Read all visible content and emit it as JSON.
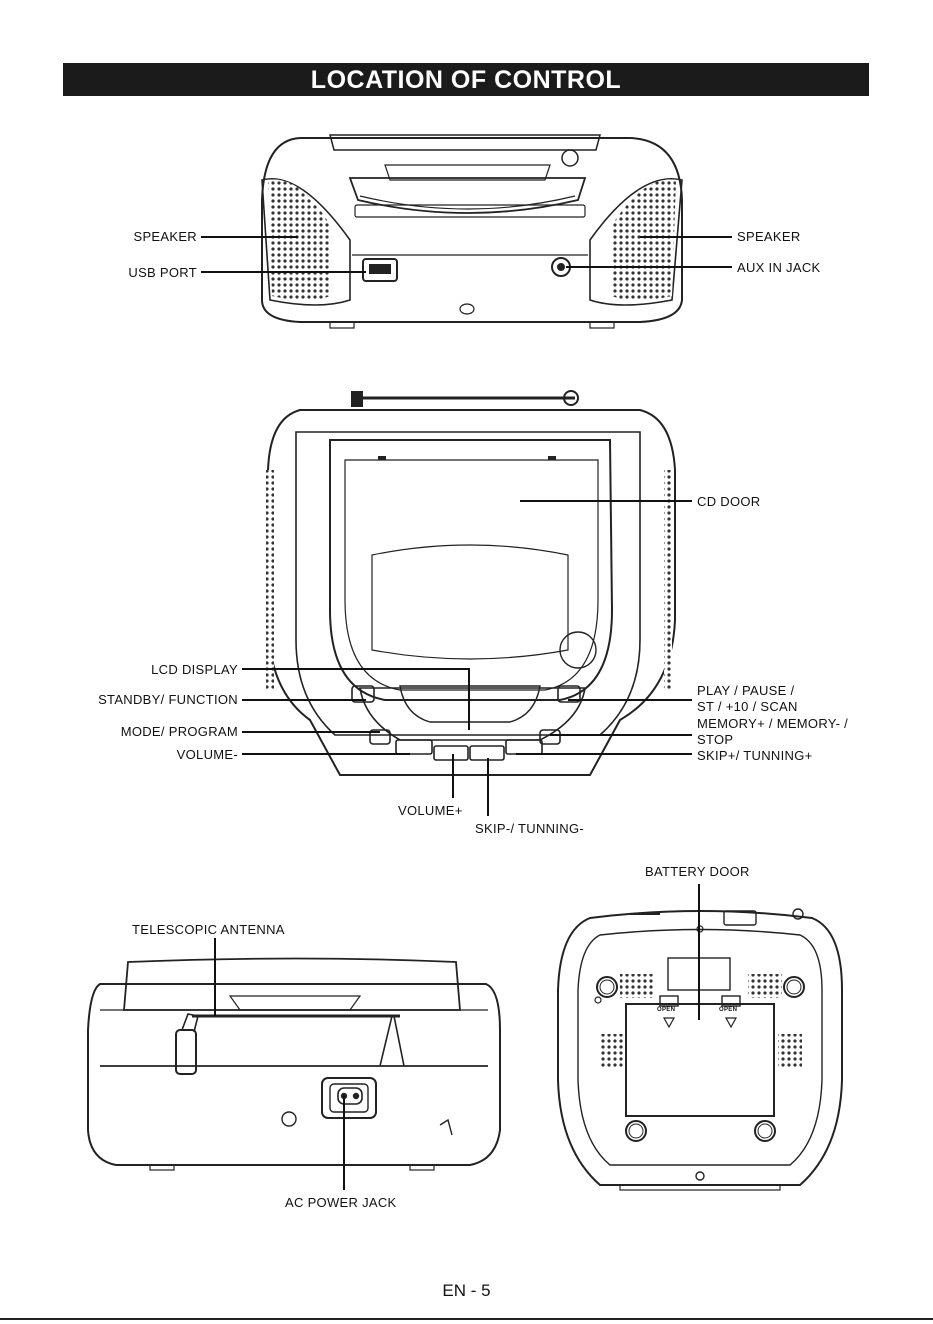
{
  "page": {
    "title": "LOCATION OF CONTROL",
    "page_number": "EN - 5"
  },
  "top_view": {
    "speaker_left": "SPEAKER",
    "usb_port": "USB PORT",
    "speaker_right": "SPEAKER",
    "aux_in_jack": "AUX IN JACK"
  },
  "front_view": {
    "cd_door": "CD DOOR",
    "lcd_display": "LCD DISPLAY",
    "standby_function": "STANDBY/ FUNCTION",
    "mode_program": "MODE/ PROGRAM",
    "volume_minus": "VOLUME-",
    "play_pause_line1": "PLAY / PAUSE /",
    "play_pause_line2": "ST / +10 / SCAN",
    "memory_line1": "MEMORY+ / MEMORY- /",
    "memory_line2": "STOP",
    "skip_plus": "SKIP+/ TUNNING+",
    "volume_plus": "VOLUME+",
    "skip_minus": "SKIP-/ TUNNING-"
  },
  "rear_view": {
    "telescopic_antenna": "TELESCOPIC ANTENNA",
    "ac_power_jack": "AC POWER JACK"
  },
  "bottom_view": {
    "battery_door": "BATTERY DOOR",
    "open_left": "OPEN",
    "open_right": "OPEN"
  }
}
